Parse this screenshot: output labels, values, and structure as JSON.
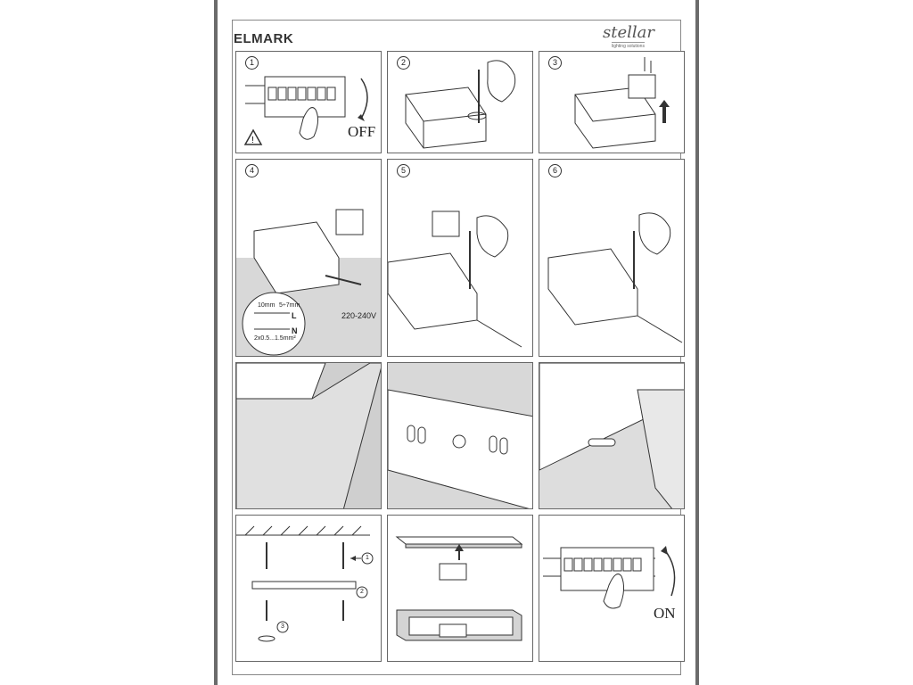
{
  "header": {
    "brand_left": "ELMARK",
    "brand_right": "stellar",
    "brand_right_sub": "lighting solutions"
  },
  "steps": {
    "s1": "1",
    "s2": "2",
    "s3": "3",
    "s4": "4",
    "s5": "5",
    "s6": "6"
  },
  "labels": {
    "off": "OFF",
    "on": "ON",
    "voltage": "220-240V",
    "strip_10": "10mm",
    "strip_57": "5÷7mm",
    "wire_l": "L",
    "wire_n": "N",
    "wire_section": "2x0.5...1.5mm²",
    "mount_1": "1",
    "mount_2": "2",
    "mount_3": "3"
  },
  "colors": {
    "frame": "#6b6b6b",
    "line": "#333333",
    "shade": "#d8d8d8"
  }
}
